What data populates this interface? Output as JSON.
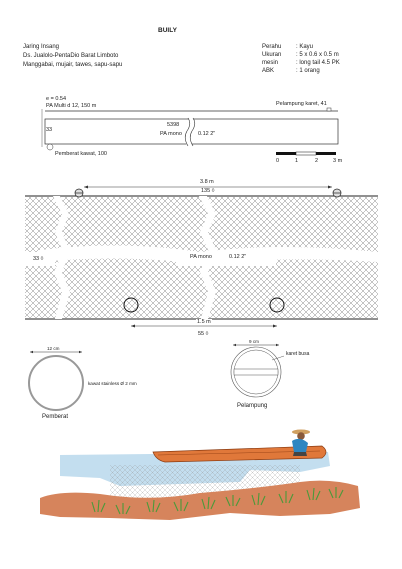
{
  "header": {
    "title": "BUILY",
    "net_type": "Jaring Insang",
    "location": "Ds. Jualolo-PentaDio Barat Limboto",
    "catch": "Manggabai, mujair, tawes, sapu-sapu"
  },
  "specs": [
    {
      "key": "Perahu",
      "value": ": Kayu"
    },
    {
      "key": "Ukuran",
      "value": ": 5 x 0.6 x 0.5 m"
    },
    {
      "key": "mesin",
      "value": ": long tail 4.5 PK"
    },
    {
      "key": "ABK",
      "value": ": 1 orang"
    }
  ],
  "top_diagram": {
    "hang_ratio": "e = 0.54",
    "float_line": "PA Multi d 12, 150 m",
    "float_label": "Pelampung karet, 41",
    "mesh_depth": "33",
    "mesh_count": "5398",
    "material": "PA mono",
    "mesh_size": "0.12 2\"",
    "sinker_label": "Pemberat kawat, 100",
    "scale_labels": [
      "0",
      "1",
      "2",
      "3 m"
    ]
  },
  "net_diagram": {
    "top_length": "3.8 m",
    "top_meshes": "135 ◊",
    "side_meshes": "33 ◊",
    "material": "PA mono",
    "mesh_size": "0.12 2\"",
    "bottom_length": "1.5 m",
    "bottom_meshes": "55 ◊"
  },
  "sinker": {
    "width": "12 cm",
    "material": "kawat stainless Ø 2 mm",
    "name": "Pemberat"
  },
  "float": {
    "width": "9 cm",
    "material": "karet busa",
    "name": "Pelampung"
  },
  "colors": {
    "boat": "#e0783a",
    "water": "#b8d8ec",
    "seabed": "#d6845c",
    "grass": "#4a9a3a",
    "fisher_shirt": "#2e86c1"
  }
}
